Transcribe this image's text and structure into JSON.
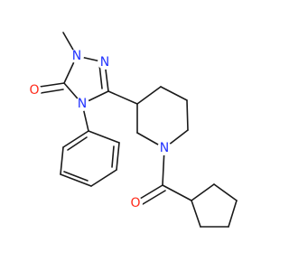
{
  "molecule": {
    "colors": {
      "bond": "#1a1a1a",
      "nitrogen": "#2233ff",
      "oxygen": "#ff2a1a",
      "background": "#ffffff"
    },
    "atoms": {
      "n1": "N",
      "n2": "N",
      "n4": "N",
      "o_carbonyl_ring": "O",
      "n_piperidine": "N",
      "o_amide": "O"
    }
  }
}
